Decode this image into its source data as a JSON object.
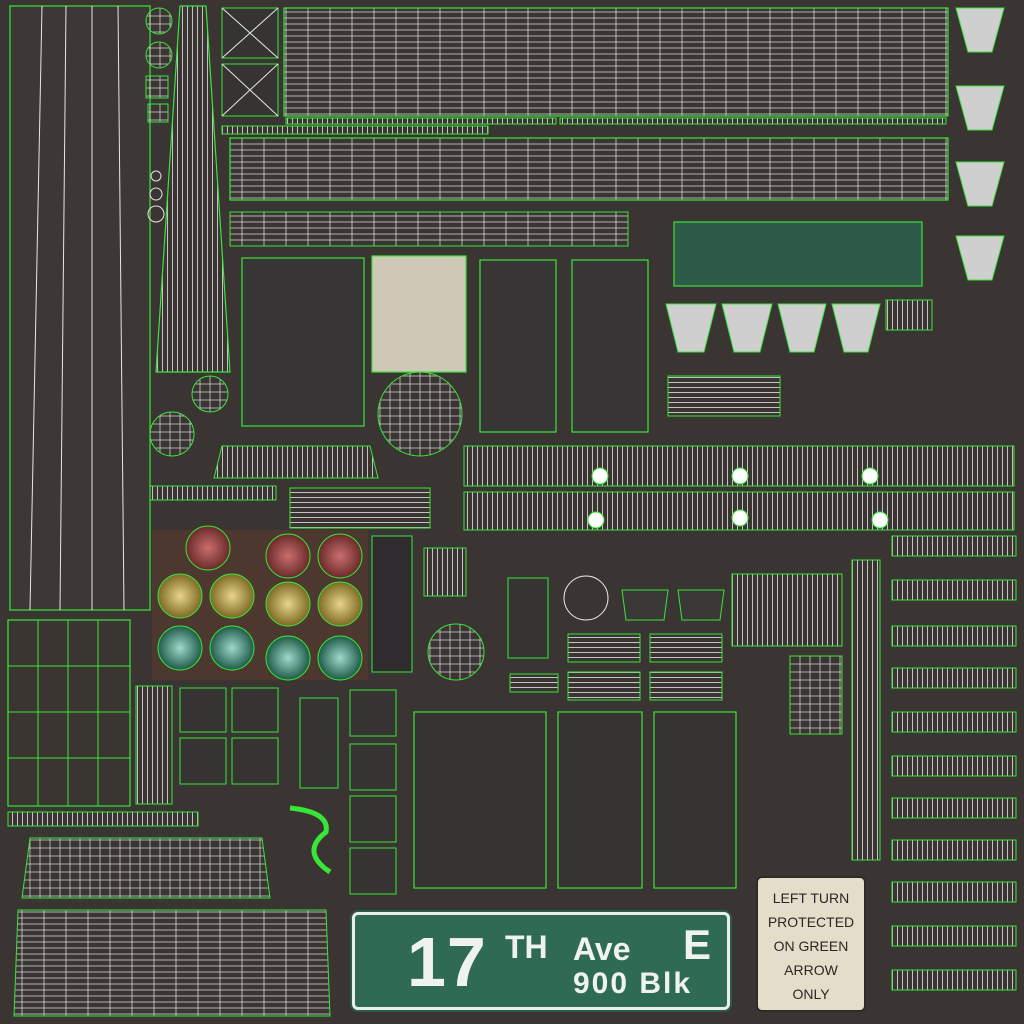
{
  "colors": {
    "background": "#3a3533",
    "wireframe": "#37e637",
    "mesh": "#e6e6e6",
    "sign_green": "#2f6a55",
    "sign_cream": "#e3ddc9"
  },
  "street_sign": {
    "number": "17",
    "suffix": "TH",
    "street": "Ave",
    "direction": "E",
    "block": "900 Blk"
  },
  "turn_sign": {
    "lines": [
      "LEFT TURN",
      "PROTECTED",
      "ON GREEN",
      "ARROW",
      "ONLY"
    ]
  }
}
